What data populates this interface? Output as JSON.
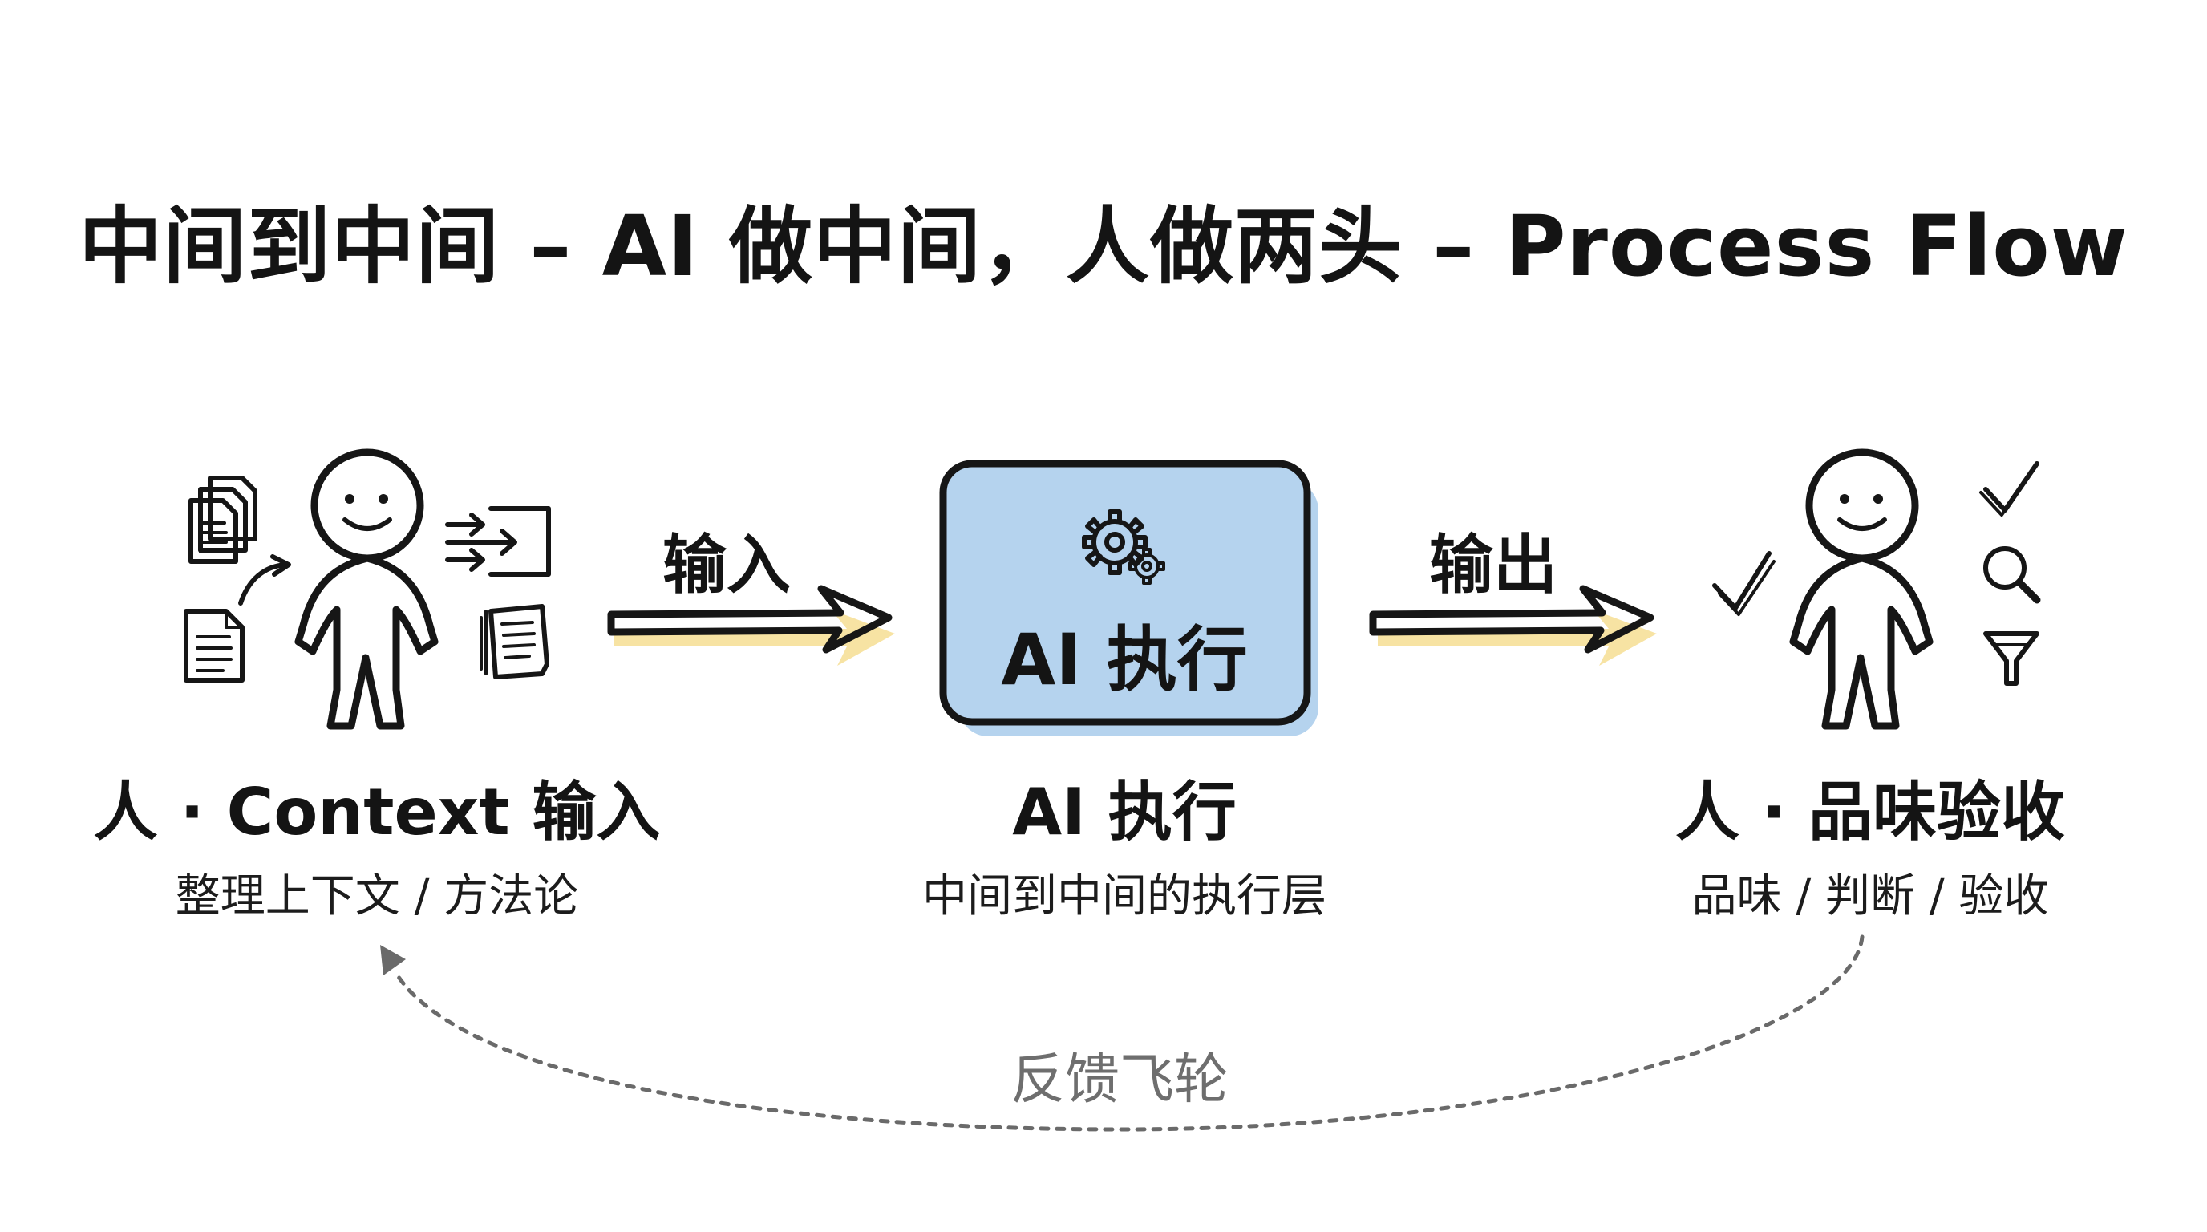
{
  "title": "中间到中间 – AI 做中间，人做两头 – Process Flow",
  "arrows": {
    "input_label": "输入",
    "output_label": "输出"
  },
  "center_box": {
    "label": "AI 执行",
    "icon": "gears-icon",
    "fill_color": "#b5d3ee"
  },
  "stages": [
    {
      "title": "人 · Context 输入",
      "subtitle": "整理上下文 / 方法论",
      "icons": [
        "person-icon",
        "document-icon",
        "import-icon",
        "document-icon",
        "curved-arrow-icon",
        "document-icon"
      ]
    },
    {
      "title": "AI 执行",
      "subtitle": "中间到中间的执行层"
    },
    {
      "title": "人 · 品味验收",
      "subtitle": "品味 / 判断 / 验收",
      "icons": [
        "person-icon",
        "checkmark-icon",
        "checkmark-icon",
        "magnifier-icon",
        "funnel-icon"
      ]
    }
  ],
  "feedback_loop": {
    "label": "反馈飞轮"
  },
  "colors": {
    "arrow_highlight": "#f7e3a3",
    "loop_stroke": "#6a6a6a"
  }
}
